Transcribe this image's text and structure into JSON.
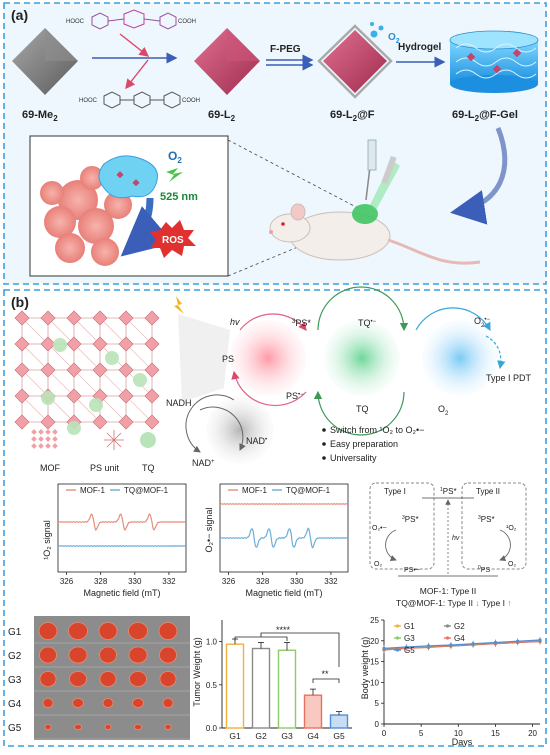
{
  "panel_a": {
    "label": "(a)",
    "steps": {
      "s1": "69-Me",
      "s1_sub": "2",
      "s2": "69-L",
      "s2_sub": "2",
      "s3": "69-L",
      "s3_sub": "2",
      "s3_tail": "@F",
      "s4": "69-L",
      "s4_sub": "2",
      "s4_tail": "@F-Gel"
    },
    "arrow1": "F-PEG",
    "arrow2": "Hydrogel",
    "o2_badge": "O",
    "o2_badge_sub": "2",
    "inset_o2": "O",
    "inset_o2_sub": "2",
    "wavelength": "525 nm",
    "ros": "ROS"
  },
  "panel_b": {
    "label": "(b)",
    "cycle": {
      "hv": "hv",
      "ps": "PS",
      "ps3": "PS*",
      "ps3_sup": "3",
      "ps_rad": "PS",
      "ps_rad_sup": "•−",
      "tq_rad": "TQ",
      "tq_rad_sup": "•−",
      "tq": "TQ",
      "o2_rad": "O",
      "o2_rad_sub": "2",
      "o2_rad_sup": "•−",
      "o2": "O",
      "o2_sub": "2",
      "type1_pdt": "Type I PDT",
      "nadh": "NADH",
      "nad1": "NAD",
      "nad1_sup": "•",
      "nad2": "NAD",
      "nad2_sup": "+"
    },
    "bullets": [
      "Switch from ¹O₂ to O₂•−",
      "Easy preparation",
      "Universality"
    ],
    "legend_items": [
      "MOF",
      "PS unit",
      "TQ"
    ],
    "schematic": {
      "type1": "Type I",
      "type2": "Type II",
      "ps1": "PS*",
      "ps1_sup": "1",
      "ps3_left": "PS*",
      "ps3_left_sup": "3",
      "ps3_right": "PS*",
      "ps3_right_sup": "3",
      "o2rad_left": "O₂•−",
      "o2_left": "O₂",
      "psrad": "PS•−",
      "o2_singlet": "¹O₂",
      "o2_right": "O₂",
      "ps0": "PS",
      "ps0_sup": "0",
      "hv": "hv",
      "note1": "MOF-1: Type II",
      "note2": "TQ@MOF-1: Type II",
      "note2_tail": "Type I"
    },
    "epr1": {
      "title_legend": [
        "MOF-1",
        "TQ@MOF-1"
      ],
      "ylabel": "¹O₂ signal",
      "xlabel": "Magnetic field (mT)"
    },
    "epr2": {
      "title_legend": [
        "MOF-1",
        "TQ@MOF-1"
      ],
      "ylabel": "O₂•− signal",
      "xlabel": "Magnetic field (mT)"
    },
    "photo_rows": [
      "G1",
      "G2",
      "G3",
      "G4",
      "G5"
    ],
    "tumor": {
      "ylabel": "Tumor Weight (g)",
      "sig1": "****",
      "sig2": "**"
    },
    "body": {
      "ylabel": "Body weight (g)",
      "xlabel": "Days",
      "legend": [
        "G1",
        "G2",
        "G3",
        "G4",
        "G5"
      ]
    }
  },
  "colors": {
    "frame": "#3a9fe0",
    "mof_gray": "#7f7f7f",
    "mof_pink": "#c2456a",
    "mof1_line": "#e58f7c",
    "tq_line": "#6aaed6",
    "ros_red": "#e03030",
    "g1": "#f2b03c",
    "g2": "#8a8a8a",
    "g3": "#8fc96b",
    "g4": "#e8725e",
    "g5": "#4f8fd6"
  },
  "chart_data": [
    {
      "type": "line",
      "ylabel": "¹O₂ signal",
      "xlabel": "Magnetic field (mT)",
      "xlim": [
        325.5,
        333
      ],
      "xticks": [
        326,
        328,
        330,
        332
      ],
      "series": [
        {
          "name": "MOF-1",
          "peaks": [
            327.6,
            329.3,
            331.0
          ],
          "amplitude": 1.0
        },
        {
          "name": "TQ@MOF-1",
          "peaks": [],
          "amplitude": 0.0
        }
      ]
    },
    {
      "type": "line",
      "ylabel": "O₂•− signal",
      "xlabel": "Magnetic field (mT)",
      "xlim": [
        325.5,
        333
      ],
      "xticks": [
        326,
        328,
        330,
        332
      ],
      "series": [
        {
          "name": "MOF-1",
          "peaks": [],
          "amplitude": 0.0
        },
        {
          "name": "TQ@MOF-1",
          "peaks": [
            327.5,
            328.5,
            329.7,
            330.8
          ],
          "amplitude": 1.0
        }
      ]
    },
    {
      "type": "bar",
      "categories": [
        "G1",
        "G2",
        "G3",
        "G4",
        "G5"
      ],
      "values": [
        0.97,
        0.92,
        0.9,
        0.38,
        0.15
      ],
      "errors": [
        0.06,
        0.07,
        0.09,
        0.07,
        0.04
      ],
      "ylabel": "Tumor Weight (g)",
      "ylim": [
        0.0,
        1.25
      ],
      "yticks": [
        0.0,
        0.5,
        1.0
      ]
    },
    {
      "type": "line",
      "ylabel": "Body weight (g)",
      "xlabel": "Days",
      "xlim": [
        0,
        21
      ],
      "ylim": [
        0,
        25
      ],
      "xticks": [
        0,
        5,
        10,
        15,
        20
      ],
      "yticks": [
        0,
        5,
        10,
        15,
        20,
        25
      ],
      "x": [
        0,
        3,
        6,
        9,
        12,
        15,
        18,
        21
      ],
      "series": [
        {
          "name": "G1",
          "values": [
            18.0,
            18.4,
            18.7,
            18.9,
            19.2,
            19.5,
            19.8,
            20.0
          ]
        },
        {
          "name": "G2",
          "values": [
            17.8,
            18.2,
            18.5,
            18.7,
            19.0,
            19.3,
            19.6,
            19.9
          ]
        },
        {
          "name": "G3",
          "values": [
            18.1,
            18.3,
            18.6,
            18.8,
            19.1,
            19.4,
            19.7,
            19.9
          ]
        },
        {
          "name": "G4",
          "values": [
            17.9,
            18.2,
            18.4,
            18.8,
            19.2,
            19.3,
            19.6,
            19.8
          ]
        },
        {
          "name": "G5",
          "values": [
            18.2,
            18.5,
            18.8,
            19.0,
            19.3,
            19.6,
            19.9,
            20.2
          ]
        }
      ]
    }
  ]
}
